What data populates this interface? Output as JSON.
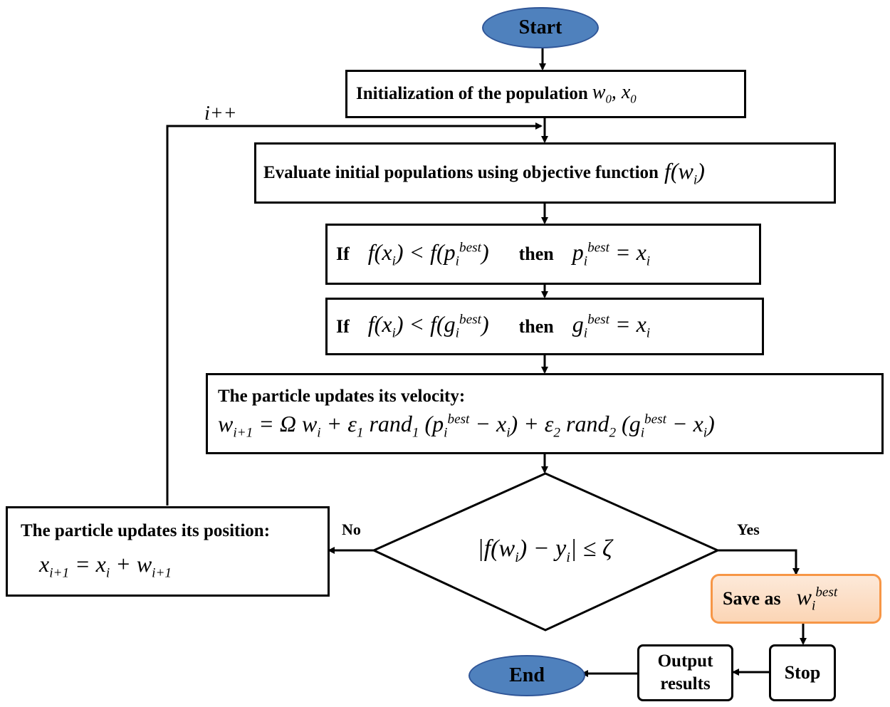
{
  "nodes": {
    "start": "Start",
    "init_text": "Initialization of the population",
    "init_math": "w0, x0",
    "evaluate_text": "Evaluate initial populations using objective function",
    "evaluate_math": "f(wi)",
    "if1_if": "If",
    "if1_cond": "f(xi) < f(pi best)",
    "if1_then": "then",
    "if1_assign": "pi best = xi",
    "if2_if": "If",
    "if2_cond": "f(xi) < f(gi best)",
    "if2_then": "then",
    "if2_assign": "gi best = xi",
    "velocity_title": "The particle updates its velocity:",
    "velocity_formula": "wi+1 = Ω wi + ε1 rand1 (pi best − xi) + ε2 rand2 (gi best − xi)",
    "decision": "|f(wi) − yi| ≤ ζ",
    "position_title": "The particle updates its position:",
    "position_formula": "xi+1 = xi + wi+1",
    "save_text": "Save as",
    "save_math": "wi best",
    "stop": "Stop",
    "output": "Output results",
    "end": "End"
  },
  "edge_labels": {
    "loop": "i++",
    "no": "No",
    "yes": "Yes"
  },
  "colors": {
    "terminal_fill": "#4f81bd",
    "save_fill": "#fbd5b5",
    "save_border": "#f79646"
  }
}
